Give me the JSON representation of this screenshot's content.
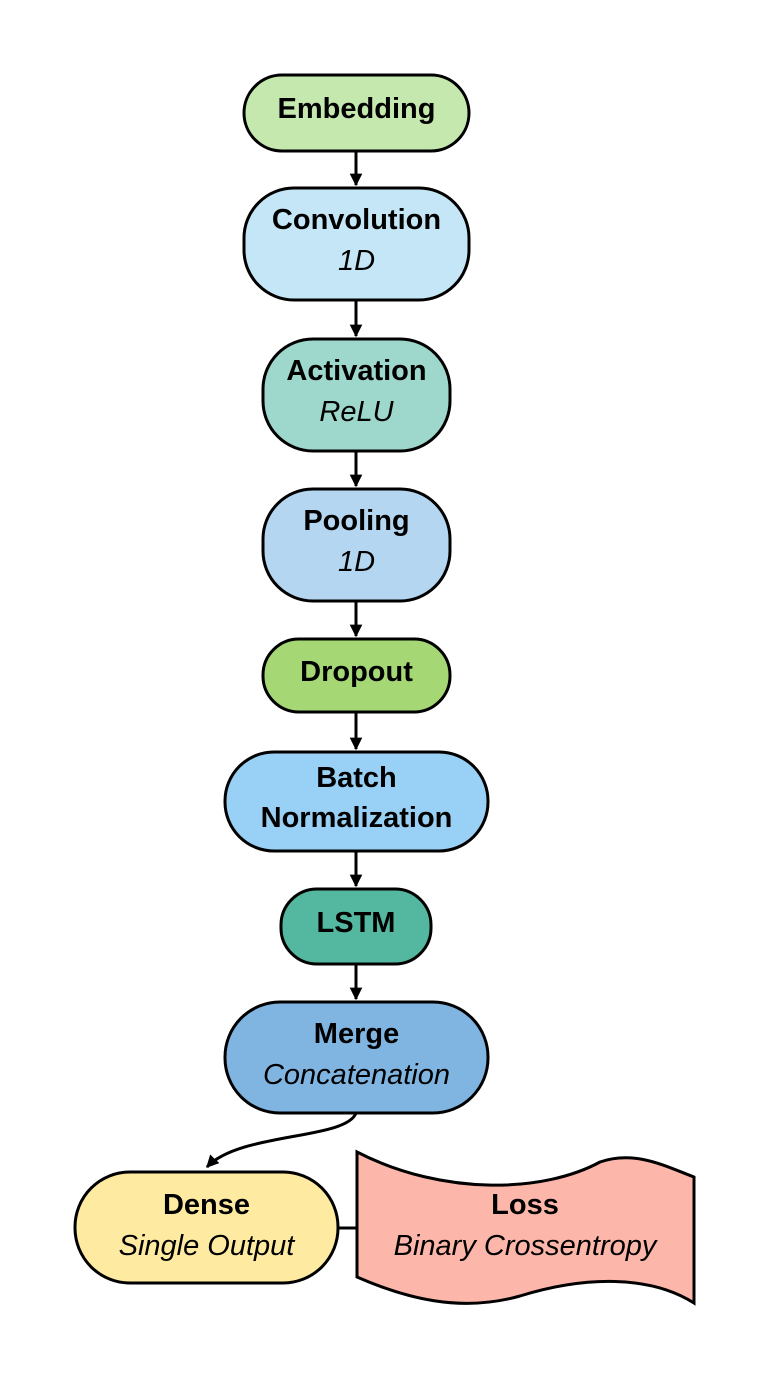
{
  "nodes": [
    {
      "id": "embedding",
      "title": "Embedding",
      "subtitle": "",
      "color": "#c5e8ae"
    },
    {
      "id": "convolution",
      "title": "Convolution",
      "subtitle": "1D",
      "color": "#c5e6f6"
    },
    {
      "id": "activation",
      "title": "Activation",
      "subtitle": "ReLU",
      "color": "#9ed8cc"
    },
    {
      "id": "pooling",
      "title": "Pooling",
      "subtitle": "1D",
      "color": "#b4d6f0"
    },
    {
      "id": "dropout",
      "title": "Dropout",
      "subtitle": "",
      "color": "#a5d875"
    },
    {
      "id": "batch-normalization",
      "title": "Batch",
      "title2": "Normalization",
      "subtitle": "",
      "color": "#99d0f5"
    },
    {
      "id": "lstm",
      "title": "LSTM",
      "subtitle": "",
      "color": "#54b7a0"
    },
    {
      "id": "merge",
      "title": "Merge",
      "subtitle": "Concatenation",
      "color": "#80b5e2"
    },
    {
      "id": "dense",
      "title": "Dense",
      "subtitle": "Single Output",
      "color": "#feeaa0"
    },
    {
      "id": "loss",
      "title": "Loss",
      "subtitle": "Binary Crossentropy",
      "color": "#fcb7aa"
    }
  ],
  "edges": [
    {
      "from": "embedding",
      "to": "convolution"
    },
    {
      "from": "convolution",
      "to": "activation"
    },
    {
      "from": "activation",
      "to": "pooling"
    },
    {
      "from": "pooling",
      "to": "dropout"
    },
    {
      "from": "dropout",
      "to": "batch-normalization"
    },
    {
      "from": "batch-normalization",
      "to": "lstm"
    },
    {
      "from": "lstm",
      "to": "merge"
    },
    {
      "from": "merge",
      "to": "dense"
    },
    {
      "from": "dense",
      "to": "loss",
      "arrow": false
    }
  ]
}
